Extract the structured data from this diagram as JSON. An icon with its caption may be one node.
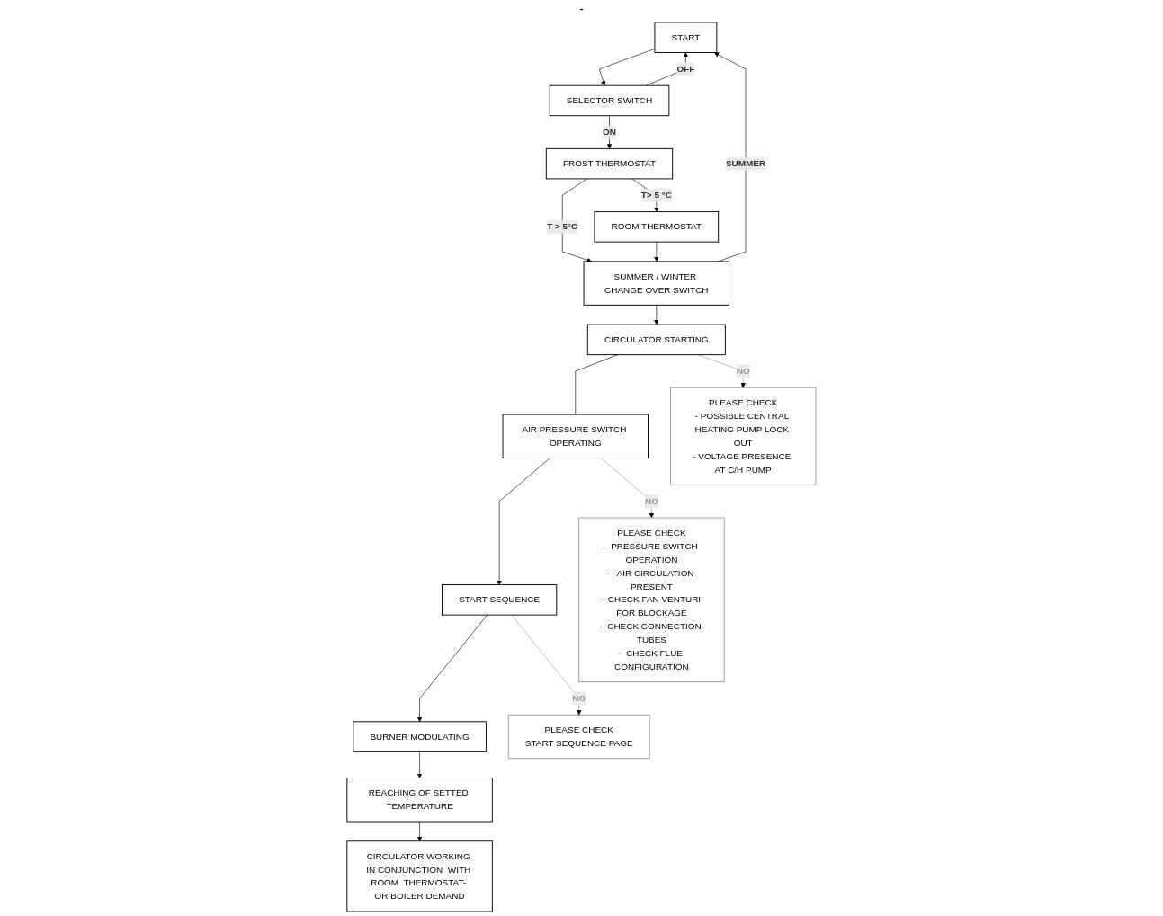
{
  "diagram": {
    "nodes": [
      {
        "text": [
          "START"
        ]
      },
      {
        "text": [
          "SELECTOR  SWITCH"
        ]
      },
      {
        "text": [
          "FROST THERMOSTAT"
        ]
      },
      {
        "text": [
          "ROOM THERMOSTAT"
        ]
      },
      {
        "text": [
          "SUMMER / WINTER CHANGE OVER SWITCH"
        ]
      },
      {
        "text": [
          "CIRCULATOR STARTING"
        ]
      },
      {
        "text": [
          "AIR PRESSURE SWITCH OPERATING"
        ]
      },
      {
        "text": [
          "START SEQUENCE"
        ]
      },
      {
        "text": [
          "BURNER MODULATING"
        ]
      },
      {
        "text": [
          "REACHING OF SETTED TEMPERATURE"
        ]
      },
      {
        "text": [
          "CIRCULATOR WORKING IN CONJUNCTION  WITH ROOM  THERMOSTAT- OR BOILER DEMAND"
        ]
      },
      {
        "text": [
          "PLEASE CHECK",
          "- POSSIBLE CENTRAL HEATING PUMP LOCK OUT",
          "- VOLTAGE PRESENCE AT C/H PUMP"
        ]
      },
      {
        "text": [
          "PLEASE CHECK",
          "-  PRESSURE SWITCH OPERATION",
          "-   AIR CIRCULATION PRESENT",
          "-  CHECK FAN VENTURI FOR BLOCKAGE",
          "-  CHECK CONNECTION TUBES",
          "-  CHECK FLUE CONFIGURATION"
        ]
      },
      {
        "text": [
          "PLEASE CHECK",
          "START SEQUENCE  PAGE"
        ]
      }
    ],
    "edges": [
      {
        "from": 0,
        "to": 1,
        "arrow": "to"
      },
      {
        "from": 1,
        "to": 0,
        "arrow": "to",
        "label": "OFF"
      },
      {
        "from": 1,
        "to": 2,
        "arrow": "to",
        "label": "ON"
      },
      {
        "from": 2,
        "to": 3,
        "arrow": "to",
        "label": "T> 5 °C"
      },
      {
        "from": 2,
        "to": 4,
        "arrow": "to",
        "label": "T > 5°C"
      },
      {
        "from": 3,
        "to": 4,
        "arrow": "to"
      },
      {
        "from": 4,
        "to": 0,
        "arrow": "to",
        "label": "SUMMER"
      },
      {
        "from": 4,
        "to": 5,
        "arrow": "to"
      },
      {
        "from": 5,
        "to": 6,
        "arrow": "none"
      },
      {
        "from": 6,
        "to": 7,
        "arrow": "to"
      },
      {
        "from": 7,
        "to": 8,
        "arrow": "to"
      },
      {
        "from": 8,
        "to": 9,
        "arrow": "to"
      },
      {
        "from": 9,
        "to": 10,
        "arrow": "to"
      },
      {
        "from": 5,
        "to": 11,
        "arrow": "to",
        "label": "NO",
        "color": "#999999"
      },
      {
        "from": 6,
        "to": 12,
        "arrow": "to",
        "label": "NO",
        "color": "#999999"
      },
      {
        "from": 7,
        "to": 13,
        "arrow": "to",
        "label": "NO",
        "color": "#999999"
      }
    ],
    "labels": [
      "-"
    ]
  }
}
